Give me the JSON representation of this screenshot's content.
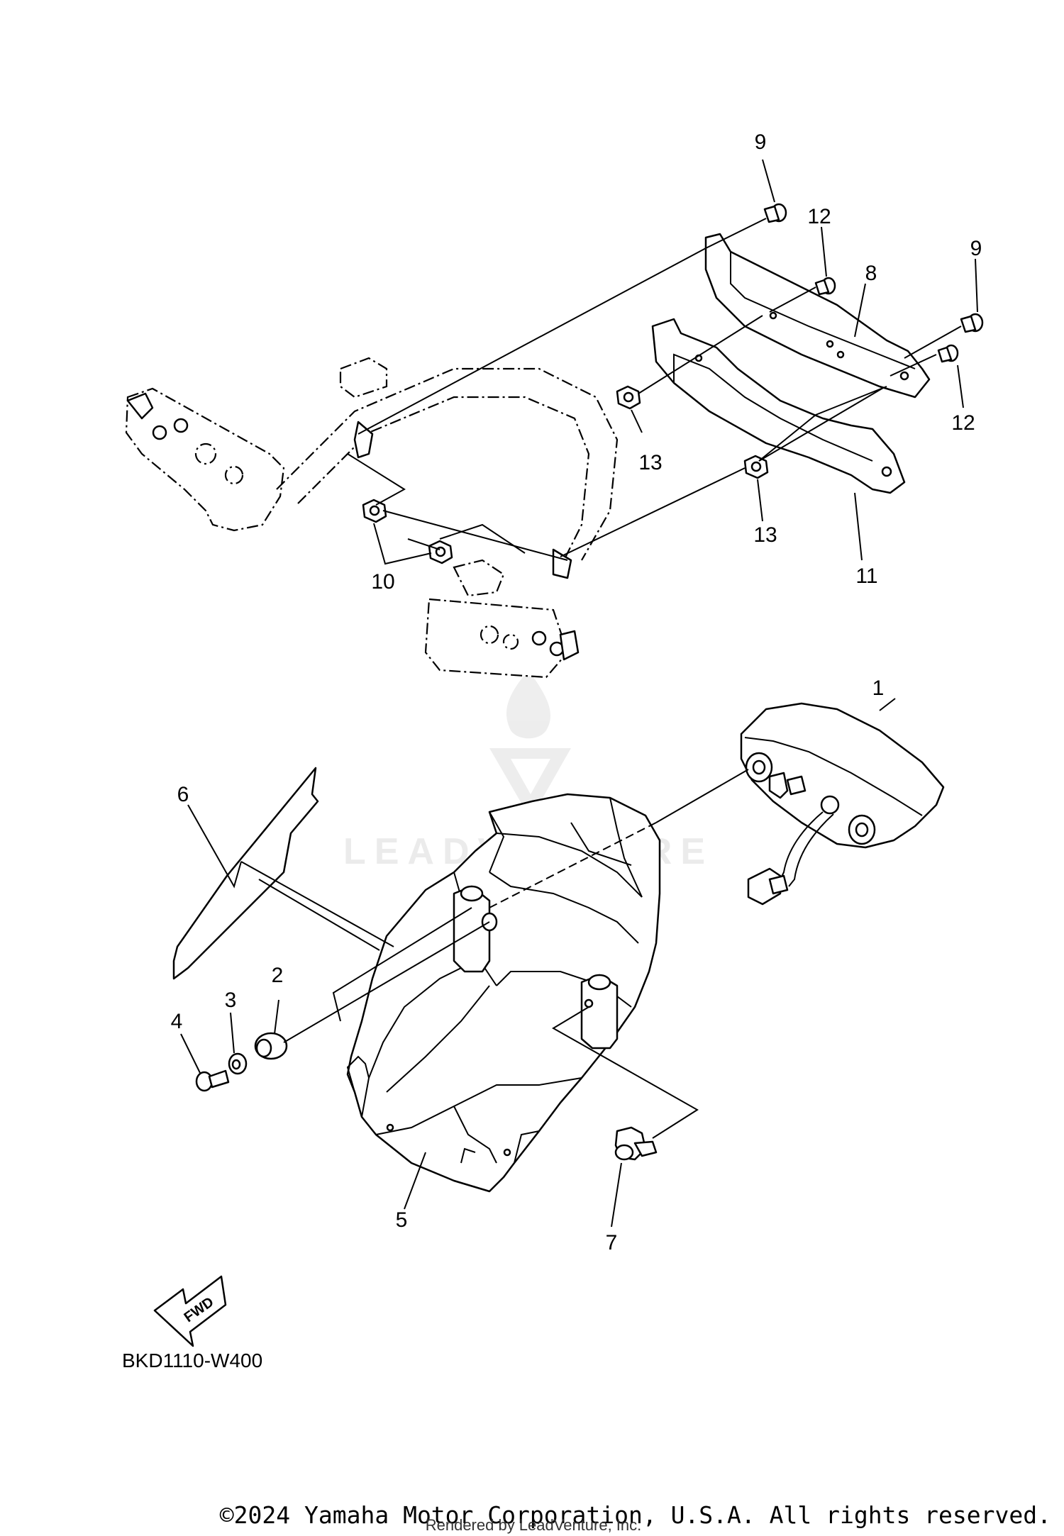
{
  "diagram": {
    "callouts": [
      {
        "id": "c1",
        "text": "1"
      },
      {
        "id": "c2",
        "text": "2"
      },
      {
        "id": "c3",
        "text": "3"
      },
      {
        "id": "c4",
        "text": "4"
      },
      {
        "id": "c5",
        "text": "5"
      },
      {
        "id": "c6",
        "text": "6"
      },
      {
        "id": "c7",
        "text": "7"
      },
      {
        "id": "c8",
        "text": "8"
      },
      {
        "id": "c9a",
        "text": "9"
      },
      {
        "id": "c9b",
        "text": "9"
      },
      {
        "id": "c10",
        "text": "10"
      },
      {
        "id": "c11",
        "text": "11"
      },
      {
        "id": "c12a",
        "text": "12"
      },
      {
        "id": "c12b",
        "text": "12"
      },
      {
        "id": "c13a",
        "text": "13"
      },
      {
        "id": "c13b",
        "text": "13"
      }
    ],
    "fwd_label": "FWD",
    "drawing_code": "BKD1110-W400",
    "watermark_text": "LEADVENTURE",
    "copyright": "©2024 Yamaha Motor Corporation, U.S.A. All rights reserved.",
    "rendered_by": "Rendered by LeadVenture, Inc."
  }
}
